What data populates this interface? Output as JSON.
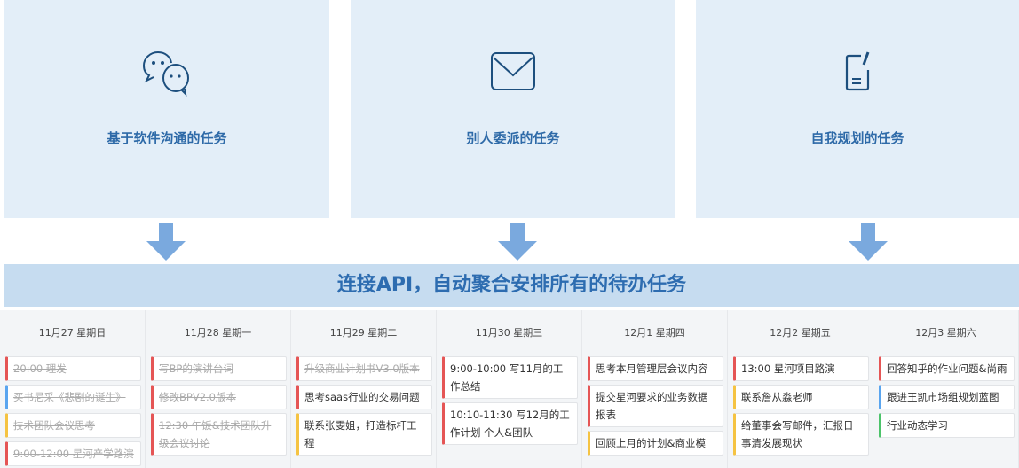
{
  "panels": [
    {
      "label": "基于软件沟通的任务",
      "icon": "wechat-icon"
    },
    {
      "label": "别人委派的任务",
      "icon": "mail-icon"
    },
    {
      "label": "自我规划的任务",
      "icon": "note-edit-icon"
    }
  ],
  "banner": "连接API，自动聚合安排所有的待办任务",
  "colors": {
    "panel": "#e3eef8",
    "arrow": "#7aa9de",
    "banner": "#c6dcf0",
    "red": "#e55555",
    "blue": "#5aa5ef",
    "yellow": "#f5c342",
    "green": "#4cc36a"
  },
  "days": [
    {
      "date": "11月27 星期日",
      "tasks": [
        {
          "text": "20:00 理发",
          "color": "red",
          "done": true
        },
        {
          "text": "买书尼采《悲剧的诞生》",
          "color": "blue",
          "done": true
        },
        {
          "text": "技术团队会议思考",
          "color": "yellow",
          "done": true
        },
        {
          "text": "9:00-12:00 星河产学路演",
          "color": "red",
          "done": true
        }
      ]
    },
    {
      "date": "11月28 星期一",
      "tasks": [
        {
          "text": "写BP的演讲台词",
          "color": "red",
          "done": true
        },
        {
          "text": "修改BPV2.0版本",
          "color": "red",
          "done": true
        },
        {
          "text": "12:30 午饭&技术团队升级会议讨论",
          "color": "red",
          "done": true
        }
      ]
    },
    {
      "date": "11月29 星期二",
      "tasks": [
        {
          "text": "升级商业计划书V3.0版本",
          "color": "red",
          "done": true
        },
        {
          "text": "思考saas行业的交易问题",
          "color": "red",
          "done": false
        },
        {
          "text": "联系张雯姐，打造标杆工程",
          "color": "yellow",
          "done": false
        }
      ]
    },
    {
      "date": "11月30 星期三",
      "tasks": [
        {
          "text": "9:00-10:00 写11月的工作总结",
          "color": "red",
          "done": false
        },
        {
          "text": "10:10-11:30 写12月的工作计划 个人&团队",
          "color": "red",
          "done": false
        }
      ]
    },
    {
      "date": "12月1 星期四",
      "tasks": [
        {
          "text": "思考本月管理层会议内容",
          "color": "red",
          "done": false
        },
        {
          "text": "提交星河要求的业务数据报表",
          "color": "red",
          "done": false
        },
        {
          "text": "回顾上月的计划&商业模",
          "color": "yellow",
          "done": false
        }
      ]
    },
    {
      "date": "12月2 星期五",
      "tasks": [
        {
          "text": "13:00 星河项目路演",
          "color": "red",
          "done": false
        },
        {
          "text": "联系詹从淼老师",
          "color": "yellow",
          "done": false
        },
        {
          "text": "给董事会写邮件，汇报日事清发展现状",
          "color": "yellow",
          "done": false
        }
      ]
    },
    {
      "date": "12月3 星期六",
      "tasks": [
        {
          "text": "回答知乎的作业问题&尚雨",
          "color": "red",
          "done": false
        },
        {
          "text": "跟进王凯市场组规划蓝图",
          "color": "blue",
          "done": false
        },
        {
          "text": "行业动态学习",
          "color": "green",
          "done": false
        }
      ]
    }
  ]
}
